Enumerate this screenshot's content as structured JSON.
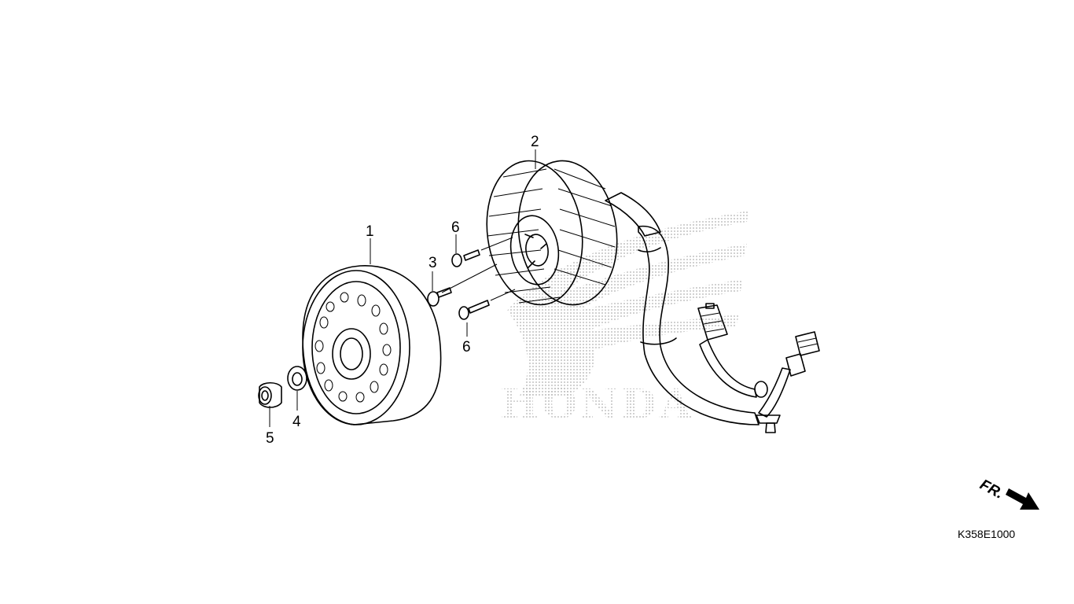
{
  "callouts": {
    "p1": "1",
    "p2": "2",
    "p3": "3",
    "p4": "4",
    "p5": "5",
    "p6a": "6",
    "p6b": "6"
  },
  "direction_label": "FR.",
  "diagram_code": "K358E1000",
  "watermark_text": "HONDA",
  "colors": {
    "ink": "#000000",
    "watermark": "#bdbdbd",
    "background": "#ffffff"
  }
}
